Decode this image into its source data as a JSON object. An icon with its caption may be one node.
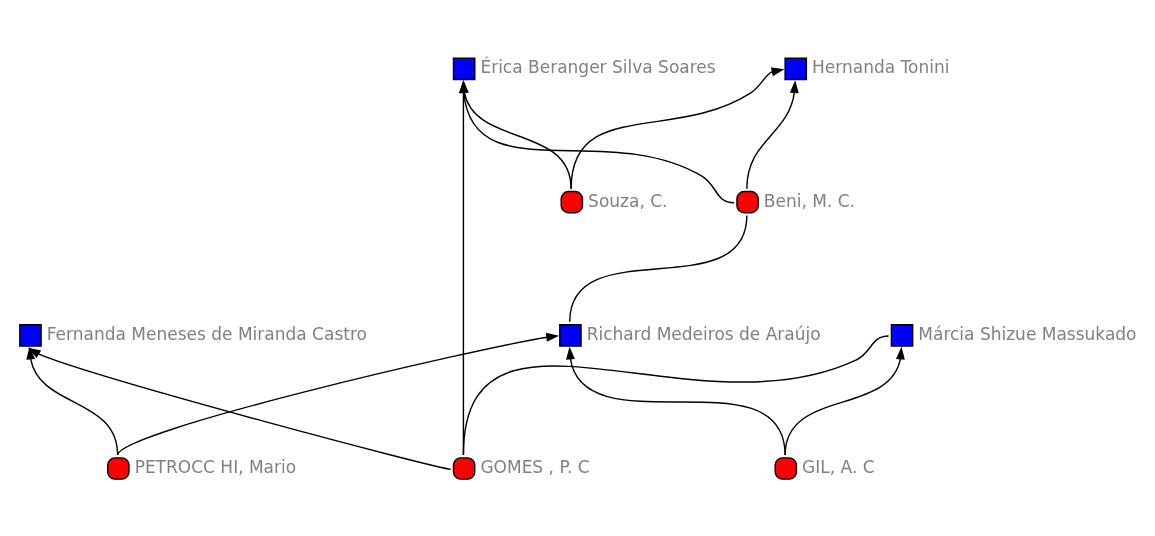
{
  "diagram": {
    "nodes": [
      {
        "text": [
          "Fernanda Meneses de Miranda Castro"
        ]
      },
      {
        "text": [
          "Érica Beranger Silva Soares"
        ]
      },
      {
        "text": [
          "PETROCC HI, Mario"
        ]
      },
      {
        "text": [
          "Márcia Shizue Massukado"
        ]
      },
      {
        "text": [
          "GOMES , P. C"
        ]
      },
      {
        "text": [
          "Souza, C."
        ]
      },
      {
        "text": [
          "GIL, A. C"
        ]
      },
      {
        "text": [
          "Richard Medeiros de Araújo"
        ]
      },
      {
        "text": [
          "Beni, M. C."
        ]
      },
      {
        "text": [
          "Hernanda Tonini"
        ]
      }
    ],
    "edges": [
      {
        "from": 2,
        "to": 0,
        "arrow": "to"
      },
      {
        "from": 4,
        "to": 0,
        "arrow": "to"
      },
      {
        "from": 4,
        "to": 1,
        "arrow": "to"
      },
      {
        "from": 8,
        "to": 1,
        "arrow": "to"
      },
      {
        "from": 5,
        "to": 1,
        "arrow": "to"
      },
      {
        "from": 4,
        "to": 3,
        "arrow": "none"
      },
      {
        "from": 6,
        "to": 3,
        "arrow": "to"
      },
      {
        "from": 2,
        "to": 7,
        "arrow": "to"
      },
      {
        "from": 6,
        "to": 7,
        "arrow": "to"
      },
      {
        "from": 7,
        "to": 8,
        "arrow": "none"
      },
      {
        "from": 8,
        "to": 9,
        "arrow": "to"
      },
      {
        "from": 5,
        "to": 9,
        "arrow": "to"
      }
    ]
  }
}
